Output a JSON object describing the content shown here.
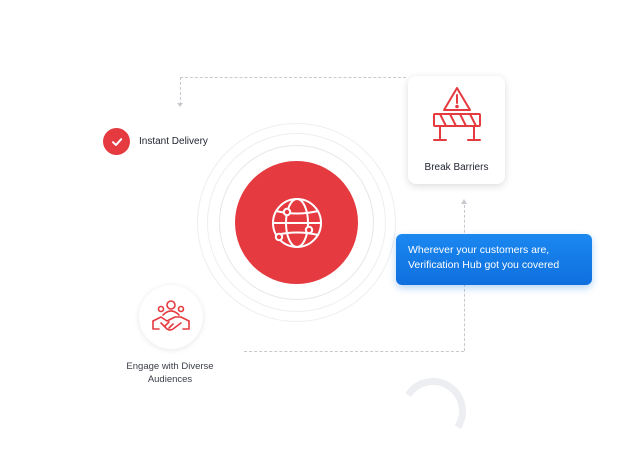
{
  "features": {
    "instant_delivery": {
      "label": "Instant Delivery",
      "icon": "check-icon"
    },
    "break_barriers": {
      "label": "Break Barriers",
      "icon": "warning-barrier-icon"
    },
    "engage": {
      "label_line1": "Engage with Diverse",
      "label_line2": "Audiences",
      "icon": "handshake-icon"
    },
    "globe": {
      "icon": "globe-icon"
    }
  },
  "callout": {
    "line1": "Wherever your customers are,",
    "line2": "Verification Hub got you covered"
  },
  "colors": {
    "accent_red": "#e53a3f",
    "callout_blue": "#1479e6",
    "dash_gray": "#c7c9cf"
  }
}
